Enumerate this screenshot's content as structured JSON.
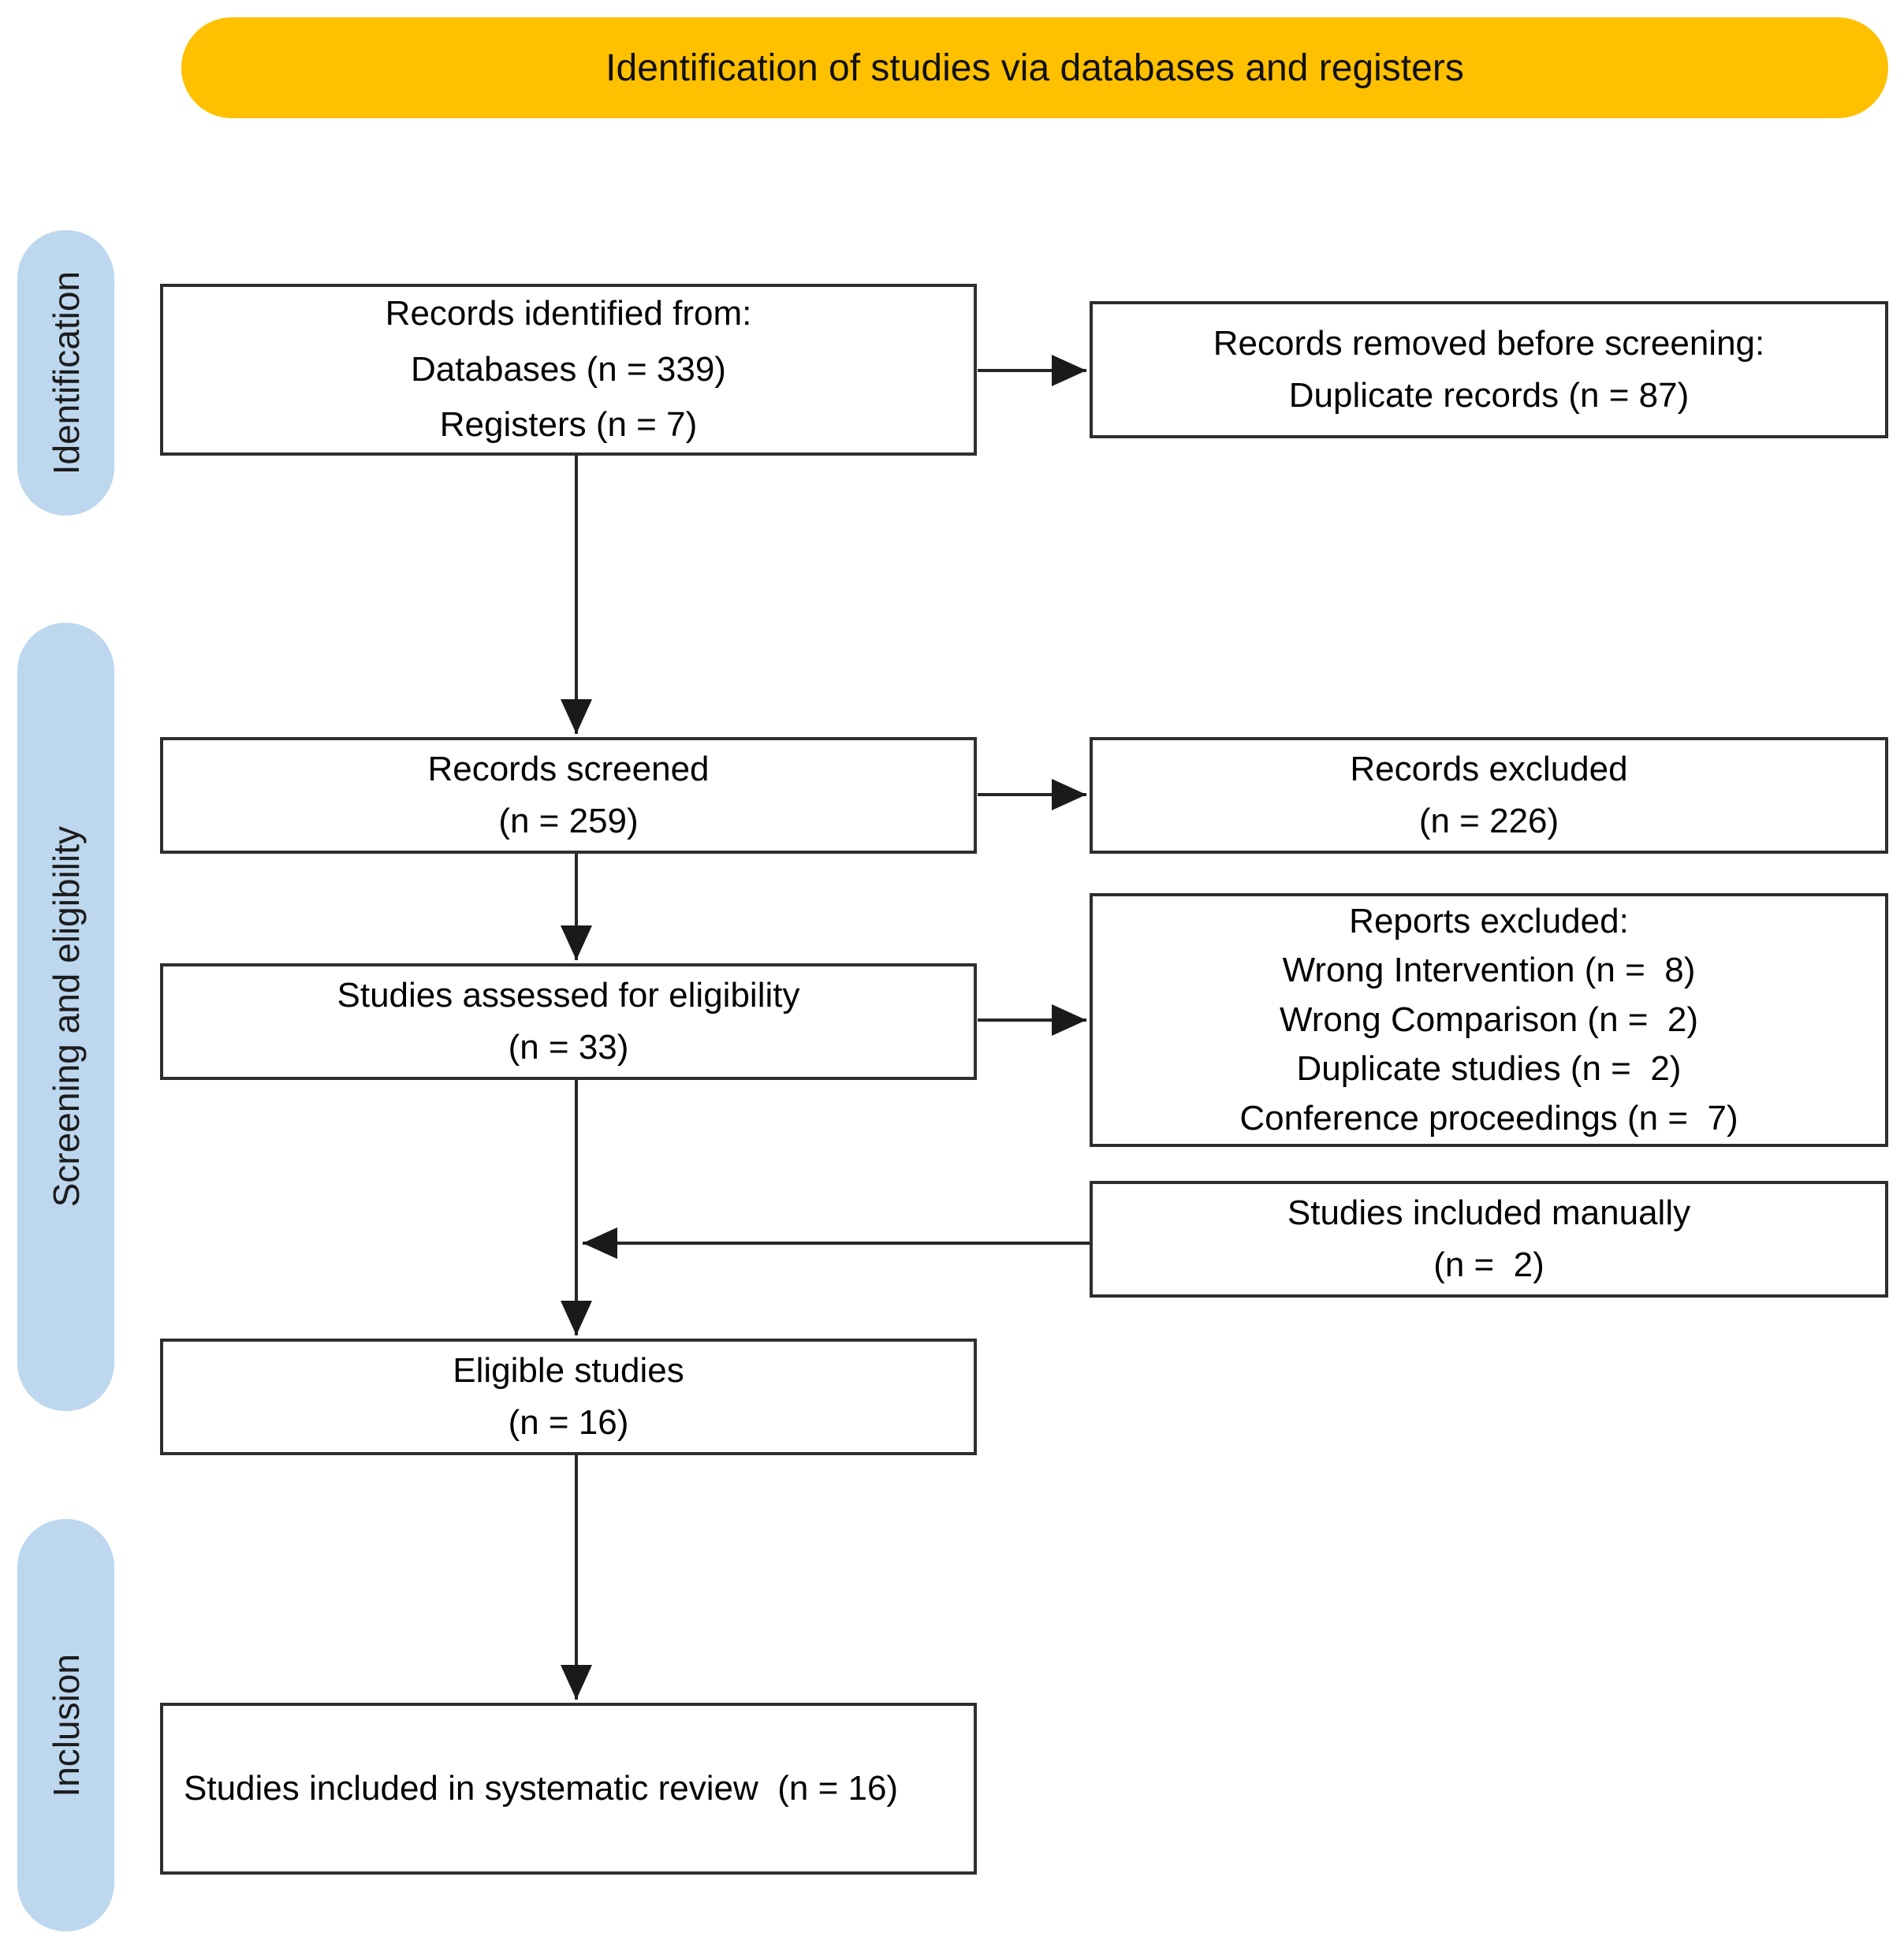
{
  "banner": {
    "title": "Identification of studies via databases and registers"
  },
  "stages": {
    "identification": "Identification",
    "screening": "Screening and eligibility",
    "inclusion": "Inclusion"
  },
  "boxes": {
    "records_identified": {
      "lines": [
        "Records identified from:",
        "Databases (n = 339)",
        "Registers (n = 7)"
      ]
    },
    "records_removed": {
      "lines": [
        "Records removed before screening:",
        "Duplicate records (n = 87)"
      ]
    },
    "records_screened": {
      "lines": [
        "Records screened",
        "(n = 259)"
      ]
    },
    "records_excluded": {
      "lines": [
        "Records excluded",
        "(n = 226)"
      ]
    },
    "studies_assessed": {
      "lines": [
        "Studies assessed for eligibility",
        "(n = 33)"
      ]
    },
    "reports_excluded": {
      "lines": [
        "Reports excluded:",
        "Wrong Intervention (n =  8)",
        "Wrong Comparison (n =  2)",
        "Duplicate studies (n =  2)",
        "Conference proceedings (n =  7)"
      ]
    },
    "studies_included_manually": {
      "lines": [
        "Studies included manually",
        "(n =  2)"
      ]
    },
    "eligible_studies": {
      "lines": [
        "Eligible studies",
        "(n = 16)"
      ]
    },
    "studies_included_review": {
      "lines": [
        "Studies included in systematic review  (n = 16)"
      ]
    }
  },
  "colors": {
    "banner_bg": "#FFC000",
    "stage_bg": "#BDD7EE",
    "box_border": "#2E2E2E",
    "arrow": "#262626",
    "text": "#000000"
  }
}
